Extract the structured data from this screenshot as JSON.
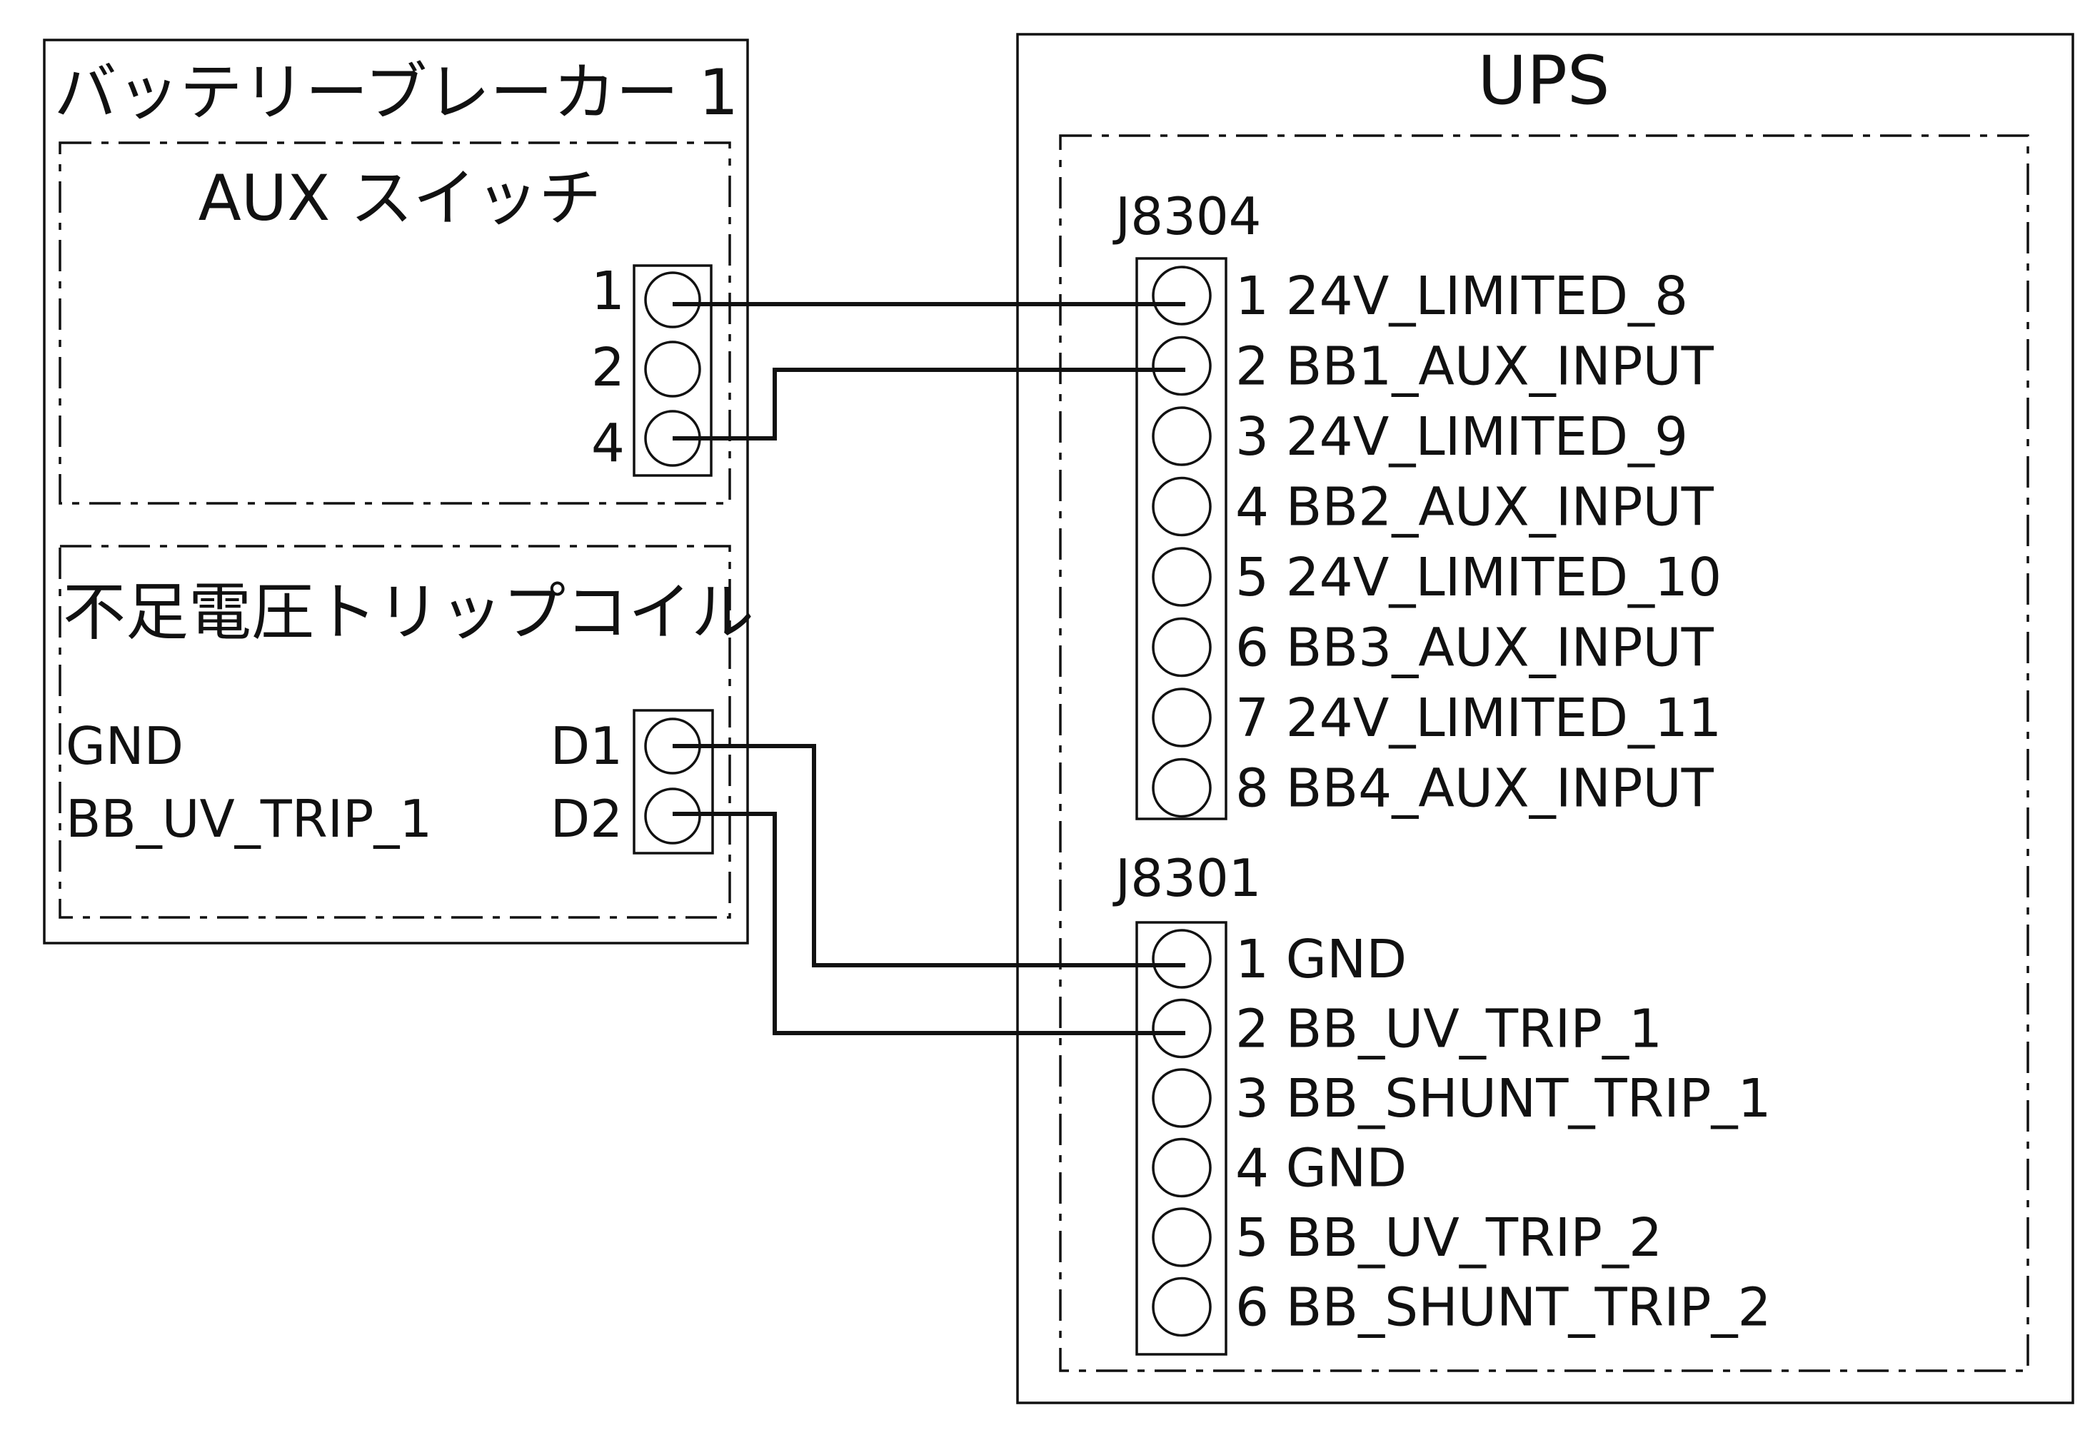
{
  "breaker": {
    "title": "バッテリーブレーカー 1",
    "aux_switch": {
      "title": "AUX スイッチ",
      "pins": [
        "1",
        "2",
        "4"
      ]
    },
    "uv_trip_coil": {
      "title": "不足電圧トリップコイル",
      "signal_labels": [
        "GND",
        "BB_UV_TRIP_1"
      ],
      "pins": [
        "D1",
        "D2"
      ]
    }
  },
  "ups": {
    "title": "UPS",
    "j8304": {
      "name": "J8304",
      "pins": [
        "1 24V_LIMITED_8",
        "2 BB1_AUX_INPUT",
        "3 24V_LIMITED_9",
        "4 BB2_AUX_INPUT",
        "5 24V_LIMITED_10",
        "6 BB3_AUX_INPUT",
        "7 24V_LIMITED_11",
        "8 BB4_AUX_INPUT"
      ]
    },
    "j8301": {
      "name": "J8301",
      "pins": [
        "1 GND",
        "2 BB_UV_TRIP_1",
        "3 BB_SHUNT_TRIP_1",
        "4 GND",
        "5 BB_UV_TRIP_2",
        "6 BB_SHUNT_TRIP_2"
      ]
    }
  }
}
